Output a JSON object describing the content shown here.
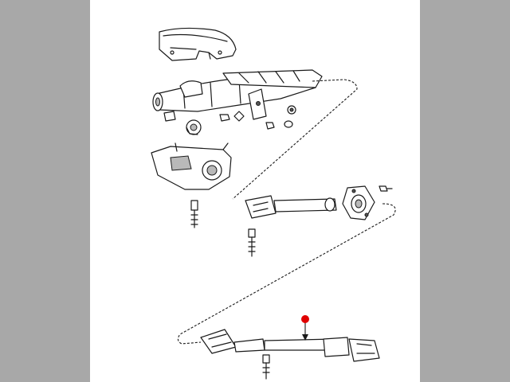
{
  "colors": {
    "side_panels": "#a8a8a8",
    "drawing_background": "#ffffff",
    "line_art": "#1a1a1a",
    "callout_marker": "#e00000"
  },
  "parts": [
    {
      "name": "upper-shroud"
    },
    {
      "name": "steering-column"
    },
    {
      "name": "lower-shroud"
    },
    {
      "name": "intermediate-shaft"
    },
    {
      "name": "lower-coupler-shaft"
    }
  ],
  "callout": {
    "marker_icon": "red-dot-marker",
    "color": "#e00000"
  }
}
